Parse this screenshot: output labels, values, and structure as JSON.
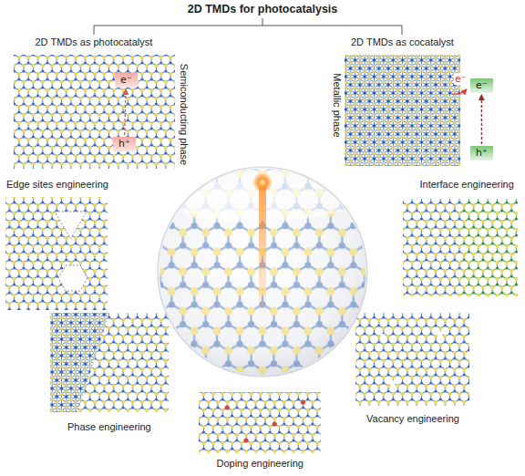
{
  "diagram": {
    "title": "2D TMDs for photocatalysis",
    "nodes": [
      {
        "text": [
          "2D TMDs as photocatalyst",
          "Semiconducting phase"
        ]
      },
      {
        "text": [
          "e⁻"
        ],
        "in": 0
      },
      {
        "text": [
          "h⁺"
        ],
        "in": 0
      },
      {
        "text": [
          "2D TMDs as cocatalyst",
          "Metallic phase"
        ]
      },
      {
        "text": [
          "e⁻"
        ],
        "in": 3
      },
      {
        "text": [
          "h⁺"
        ],
        "in": 3
      },
      {
        "text": [
          "Edge sites engineering"
        ]
      },
      {
        "text": [
          "Interface engineering"
        ]
      },
      {
        "text": [
          "Phase engineering"
        ]
      },
      {
        "text": [
          "Vacancy engineering"
        ]
      },
      {
        "text": [
          "Doping engineering"
        ]
      }
    ],
    "edges": [
      {
        "from": 2,
        "to": 1,
        "arrow": "to"
      },
      {
        "from": 5,
        "to": 4,
        "arrow": "to"
      }
    ],
    "labels": [
      "e⁻"
    ]
  }
}
